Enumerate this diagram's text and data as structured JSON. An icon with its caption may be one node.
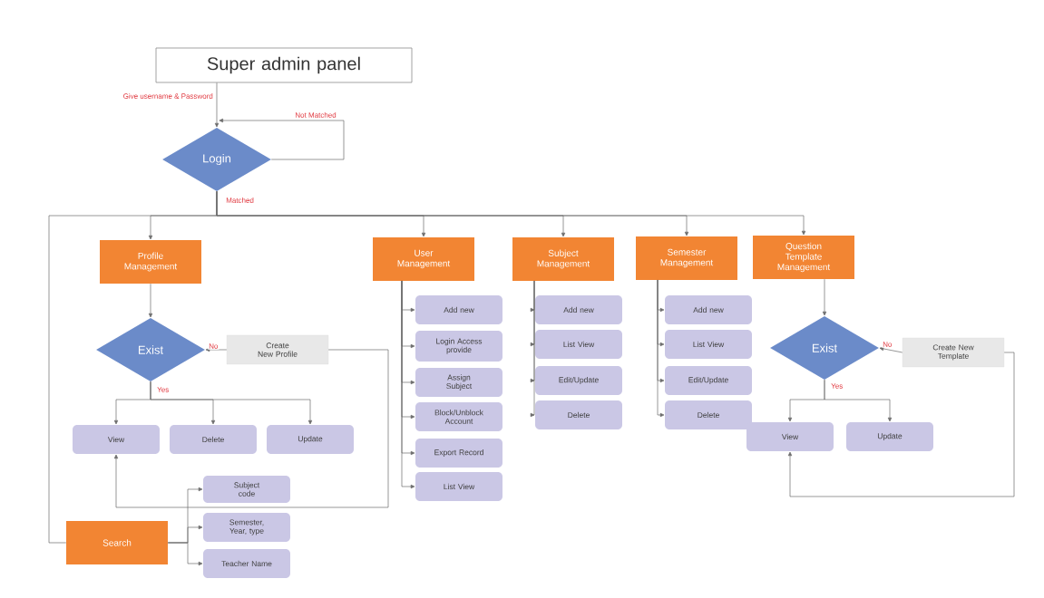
{
  "diagram": {
    "nodes": [
      {
        "text": [
          "Super admin panel"
        ]
      },
      {
        "text": [
          "Login"
        ]
      },
      {
        "text": [
          "Profile Management"
        ]
      },
      {
        "text": [
          "User Management"
        ]
      },
      {
        "text": [
          "Subject Management"
        ]
      },
      {
        "text": [
          "Semester Management"
        ]
      },
      {
        "text": [
          "Question Template Management"
        ]
      },
      {
        "text": [
          "Exist"
        ]
      },
      {
        "text": [
          "Create New Profile"
        ]
      },
      {
        "text": [
          "View"
        ]
      },
      {
        "text": [
          "Delete"
        ]
      },
      {
        "text": [
          "Update"
        ]
      },
      {
        "text": [
          "Subject code"
        ]
      },
      {
        "text": [
          "Semester, Year, type"
        ]
      },
      {
        "text": [
          "Teacher Name"
        ]
      },
      {
        "text": [
          "Search"
        ]
      },
      {
        "text": [
          "Add new"
        ]
      },
      {
        "text": [
          "Login Access provide"
        ]
      },
      {
        "text": [
          "Assign Subject"
        ]
      },
      {
        "text": [
          "Block/Unblock Account"
        ]
      },
      {
        "text": [
          "Export Record"
        ]
      },
      {
        "text": [
          "List View"
        ]
      },
      {
        "text": [
          "Add new"
        ]
      },
      {
        "text": [
          "List View"
        ]
      },
      {
        "text": [
          "Edit/Update"
        ]
      },
      {
        "text": [
          "Delete"
        ]
      },
      {
        "text": [
          "Add new"
        ]
      },
      {
        "text": [
          "List View"
        ]
      },
      {
        "text": [
          "Edit/Update"
        ]
      },
      {
        "text": [
          "Delete"
        ]
      },
      {
        "text": [
          "Exist"
        ]
      },
      {
        "text": [
          "Create New Template"
        ]
      },
      {
        "text": [
          "View"
        ]
      },
      {
        "text": [
          "Update"
        ]
      }
    ],
    "edges": [
      {
        "from": 0,
        "to": 1,
        "arrow": "to",
        "label": "Give username & Password"
      },
      {
        "from": 1,
        "to": 1,
        "arrow": "to",
        "label": "Not Matched"
      },
      {
        "from": 1,
        "to": 2,
        "arrow": "to",
        "label": "Matched"
      },
      {
        "from": 1,
        "to": 3,
        "arrow": "to"
      },
      {
        "from": 1,
        "to": 4,
        "arrow": "to"
      },
      {
        "from": 1,
        "to": 5,
        "arrow": "to"
      },
      {
        "from": 1,
        "to": 6,
        "arrow": "to"
      },
      {
        "from": 1,
        "to": 15,
        "arrow": "none"
      },
      {
        "from": 2,
        "to": 7,
        "arrow": "to"
      },
      {
        "from": 8,
        "to": 7,
        "arrow": "to",
        "label": "No"
      },
      {
        "from": 7,
        "to": 9,
        "arrow": "to",
        "label": "Yes"
      },
      {
        "from": 7,
        "to": 10,
        "arrow": "to"
      },
      {
        "from": 7,
        "to": 11,
        "arrow": "to"
      },
      {
        "from": 8,
        "to": 9,
        "arrow": "to"
      },
      {
        "from": 15,
        "to": 12,
        "arrow": "to"
      },
      {
        "from": 15,
        "to": 13,
        "arrow": "to"
      },
      {
        "from": 15,
        "to": 14,
        "arrow": "to"
      },
      {
        "from": 3,
        "to": 16,
        "arrow": "to"
      },
      {
        "from": 3,
        "to": 17,
        "arrow": "to"
      },
      {
        "from": 3,
        "to": 18,
        "arrow": "to"
      },
      {
        "from": 3,
        "to": 19,
        "arrow": "to"
      },
      {
        "from": 3,
        "to": 20,
        "arrow": "to"
      },
      {
        "from": 3,
        "to": 21,
        "arrow": "to"
      },
      {
        "from": 4,
        "to": 22,
        "arrow": "to"
      },
      {
        "from": 4,
        "to": 23,
        "arrow": "to"
      },
      {
        "from": 4,
        "to": 24,
        "arrow": "to"
      },
      {
        "from": 4,
        "to": 25,
        "arrow": "to"
      },
      {
        "from": 5,
        "to": 26,
        "arrow": "to"
      },
      {
        "from": 5,
        "to": 27,
        "arrow": "to"
      },
      {
        "from": 5,
        "to": 28,
        "arrow": "to"
      },
      {
        "from": 5,
        "to": 29,
        "arrow": "to"
      },
      {
        "from": 6,
        "to": 30,
        "arrow": "to"
      },
      {
        "from": 31,
        "to": 30,
        "arrow": "to",
        "label": "No"
      },
      {
        "from": 30,
        "to": 32,
        "arrow": "to",
        "label": "Yes"
      },
      {
        "from": 30,
        "to": 33,
        "arrow": "to"
      },
      {
        "from": 31,
        "to": 32,
        "arrow": "to"
      }
    ]
  }
}
